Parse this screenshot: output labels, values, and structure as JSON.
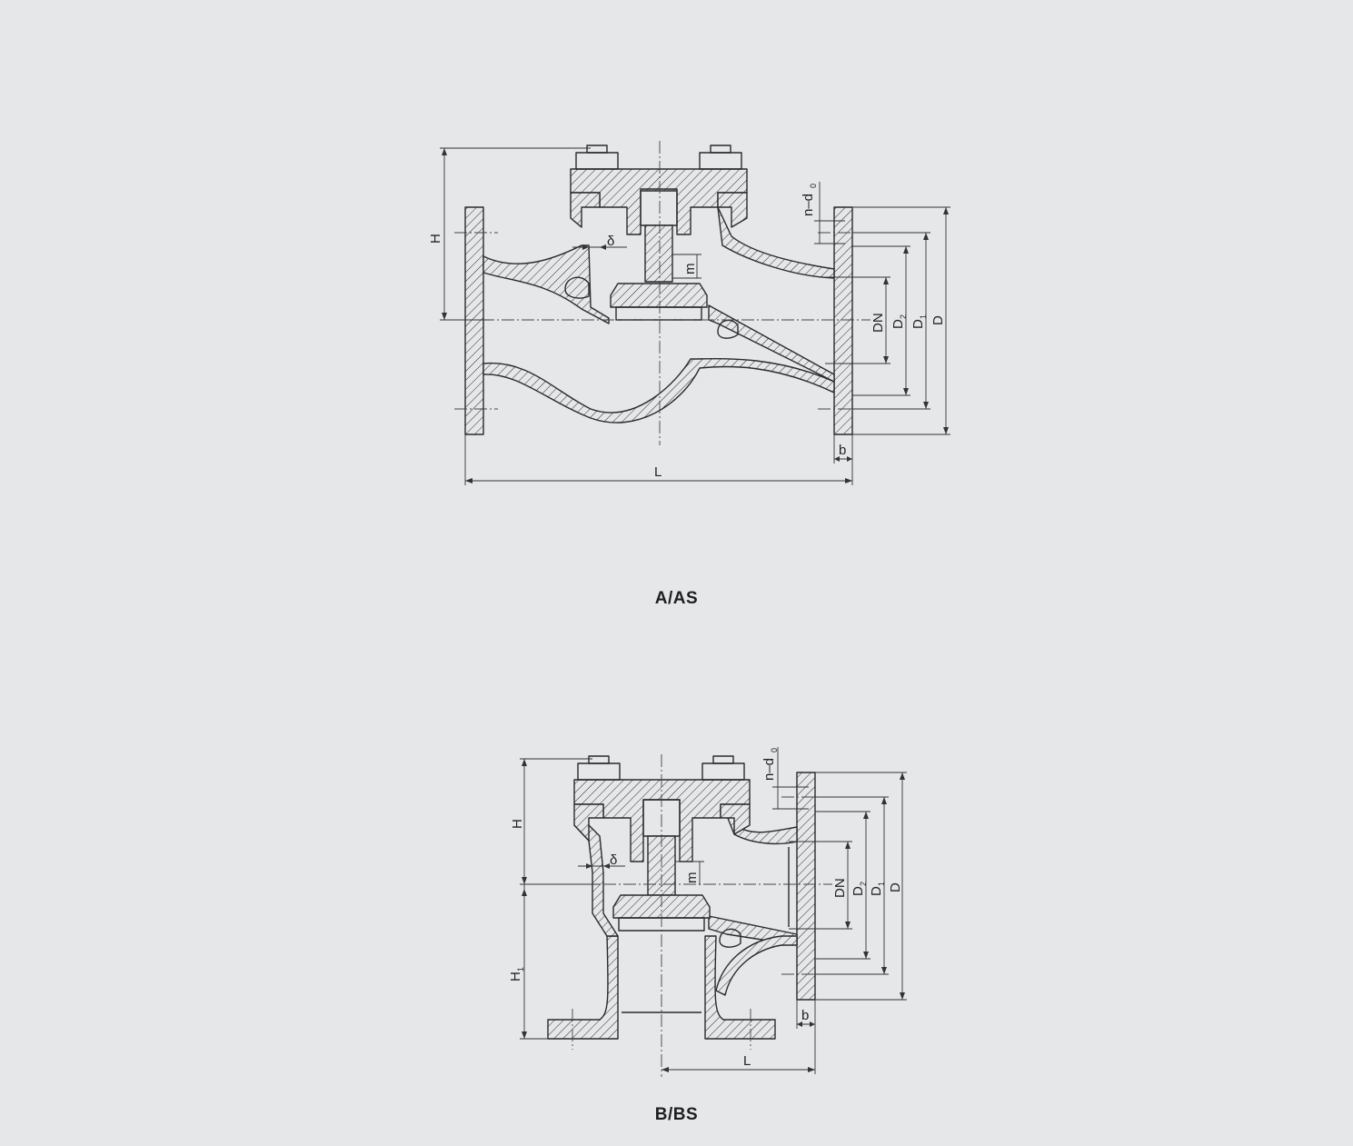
{
  "drawings": [
    {
      "caption": "A/AS",
      "labels": {
        "H": "H",
        "delta": "δ",
        "m": "m",
        "nd0": "n–d",
        "nd0_sub": "0",
        "DN": "DN",
        "D2": "D",
        "D2_sub": "2",
        "D1": "D",
        "D1_sub": "1",
        "D": "D",
        "b": "b",
        "L": "L"
      }
    },
    {
      "caption": "B/BS",
      "labels": {
        "H": "H",
        "H1": "H",
        "H1_sub": "1",
        "delta": "δ",
        "m": "m",
        "nd0": "n–d",
        "nd0_sub": "0",
        "DN": "DN",
        "D2": "D",
        "D2_sub": "2",
        "D1": "D",
        "D1_sub": "1",
        "D": "D",
        "b": "b",
        "L": "L"
      }
    }
  ]
}
